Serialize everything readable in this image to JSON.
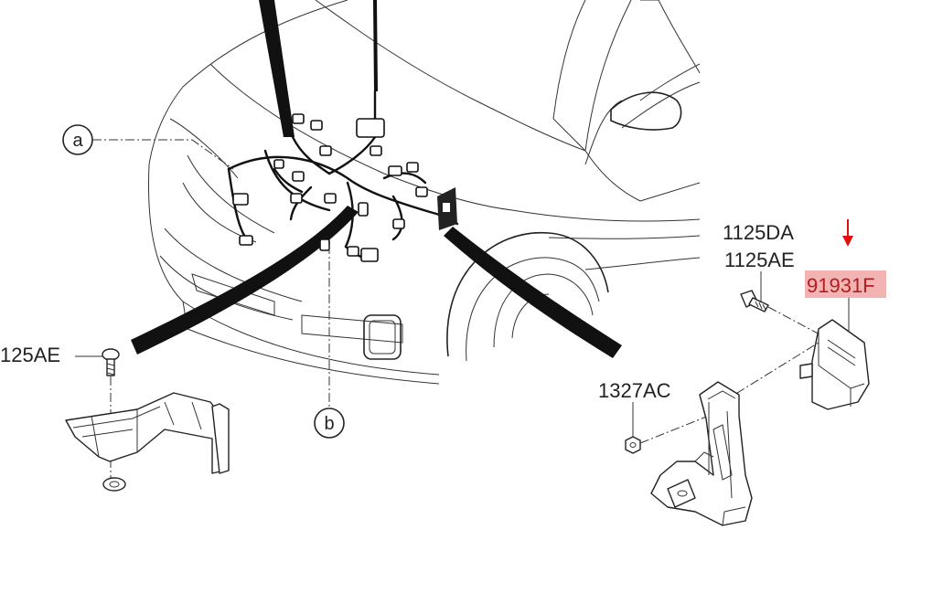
{
  "labels": {
    "callout_a": "a",
    "callout_b": "b",
    "screw_left": "125AE",
    "bolt_top": "1125DA",
    "bolt_bottom": "1125AE",
    "highlighted_part": "91931F",
    "nut": "1327AC"
  },
  "colors": {
    "highlight_fill": "#f3b3b3",
    "highlight_text": "#b02020",
    "arrow": "#e01010",
    "line": "#222222"
  }
}
